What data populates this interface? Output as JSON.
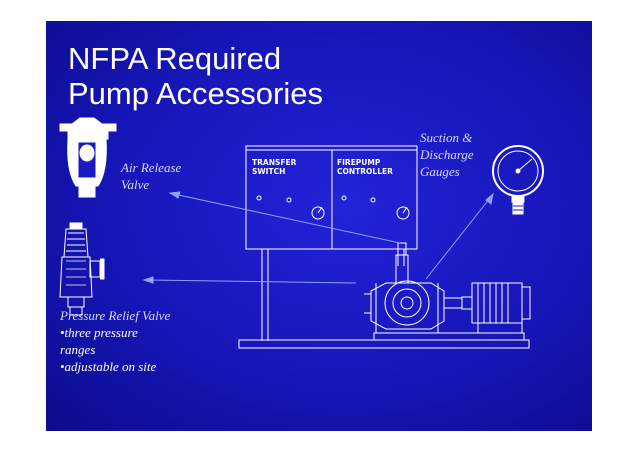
{
  "slide": {
    "title_line1": "NFPA Required",
    "title_line2": "Pump Accessories",
    "air_release_line1": "Air Release",
    "air_release_line2": "Valve",
    "gauges_line1": "Suction &",
    "gauges_line2": "Discharge",
    "gauges_line3": "Gauges",
    "prv_title": "Pressure Relief Valve",
    "prv_bullet1_line1": "•three pressure",
    "prv_bullet1_line2": "ranges",
    "prv_bullet2": "•adjustable on site",
    "panel_transfer_line1": "TRANSFER",
    "panel_transfer_line2": "SWITCH",
    "panel_fire_line1": "FIREPUMP",
    "panel_fire_line2": "CONTROLLER"
  },
  "colors": {
    "slide_bg": "#1a1ac0",
    "text": "#ffffff",
    "label_text": "#d8d8ff",
    "line_art": "#ffffff",
    "arrow": "#8fa0ff"
  }
}
